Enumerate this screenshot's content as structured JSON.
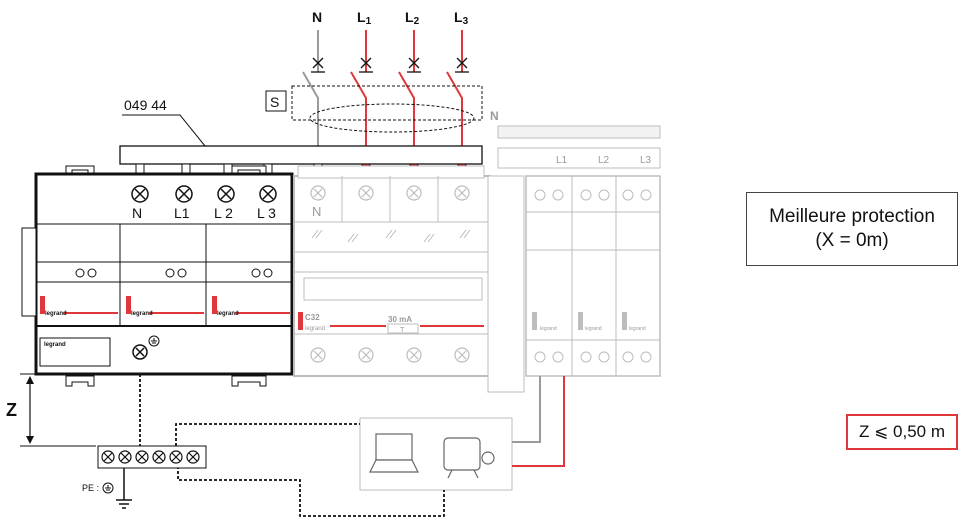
{
  "phases": {
    "n": "N",
    "l1": "L",
    "l1_sub": "1",
    "l2": "L",
    "l2_sub": "2",
    "l3": "L",
    "l3_sub": "3"
  },
  "part_ref": "049 44",
  "switch_label": "S",
  "module": {
    "n": "N",
    "l1": "L1",
    "l2": "L 2",
    "l3": "L 3",
    "brand": "legrand"
  },
  "rcd": {
    "n": "N",
    "rating": "C32",
    "sensitivity": "30 mA",
    "test": "T",
    "brand": "legrand"
  },
  "right_panel": {
    "n": "N",
    "l1": "L1",
    "l2": "L2",
    "l3": "L3",
    "brand": "legrand"
  },
  "z_label": "Z",
  "pe_label": "PE :",
  "notes": {
    "best_protection_line1": "Meilleure protection",
    "best_protection_line2": "(X = 0m)",
    "z_condition": "Z ⩽ 0,50 m"
  },
  "colors": {
    "live": "#e0373a",
    "neutral": "#9a9a9a",
    "frame": "#111111",
    "ghost": "#bdbdbd"
  }
}
